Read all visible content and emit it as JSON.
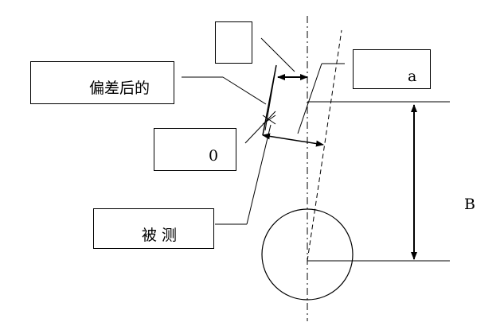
{
  "labels": {
    "deviated": "偏差后的",
    "zero": "0",
    "measured": "被  测",
    "a": "a",
    "B": "B"
  },
  "colors": {
    "stroke": "#000000",
    "background": "#ffffff"
  }
}
